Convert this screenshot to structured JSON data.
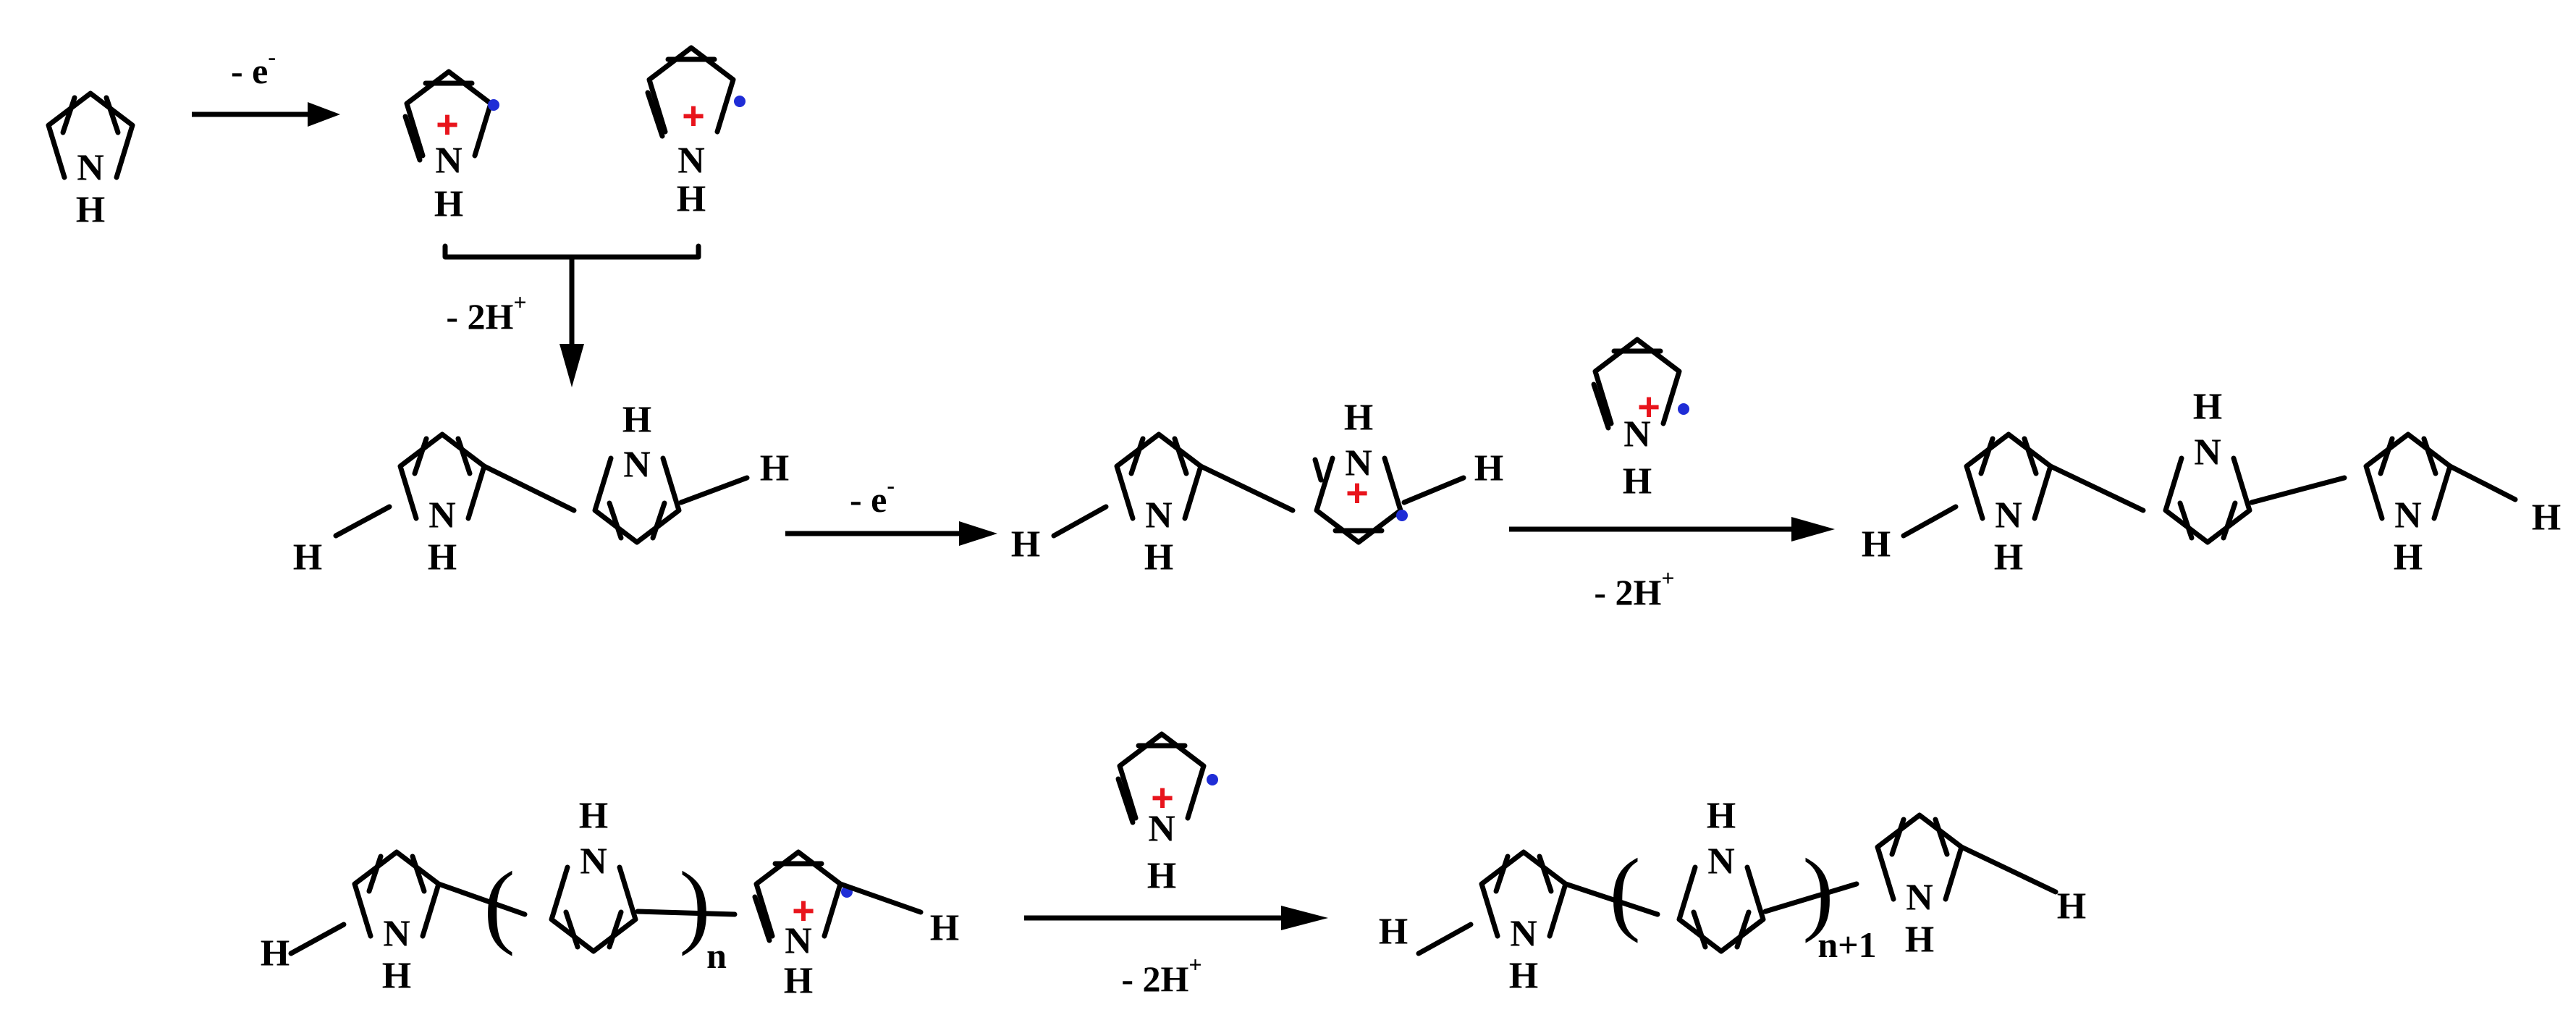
{
  "atoms": {
    "nitrogen": "N",
    "hydrogen": "H"
  },
  "reagents": {
    "oxidation": {
      "base": "- e",
      "sup": "-"
    },
    "deprotonation": {
      "base": "- 2H",
      "sup": "+"
    }
  },
  "polymer": {
    "repeat_n": "n",
    "repeat_n_plus_1": "n+1",
    "paren_open": "(",
    "paren_close": ")"
  },
  "colors": {
    "cation": "#e8141c",
    "radical": "#1f2dd6",
    "ink": "#000000"
  }
}
